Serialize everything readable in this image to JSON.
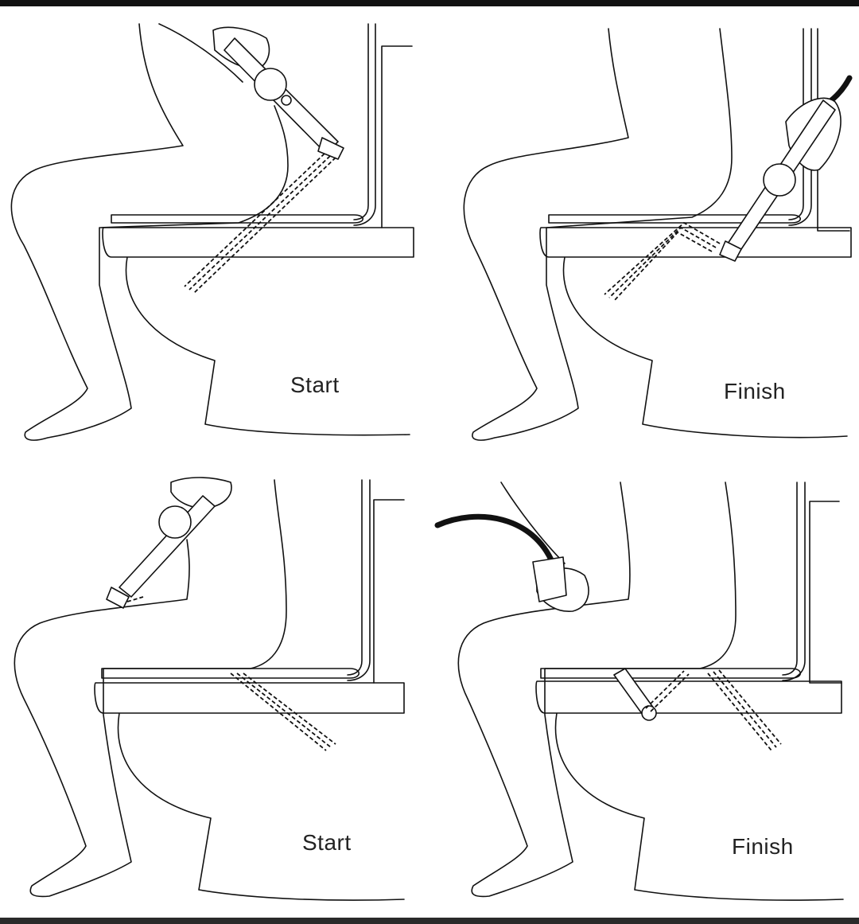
{
  "panels": [
    {
      "caption": "Start",
      "hand": "rear",
      "position": "top-left"
    },
    {
      "caption": "Finish",
      "hand": "rear",
      "position": "top-right"
    },
    {
      "caption": "Start",
      "hand": "front",
      "position": "bottom-left"
    },
    {
      "caption": "Finish",
      "hand": "front",
      "position": "bottom-right"
    }
  ],
  "colors": {
    "ink": "#111111",
    "background": "#ffffff",
    "border_bar": "#111111"
  }
}
